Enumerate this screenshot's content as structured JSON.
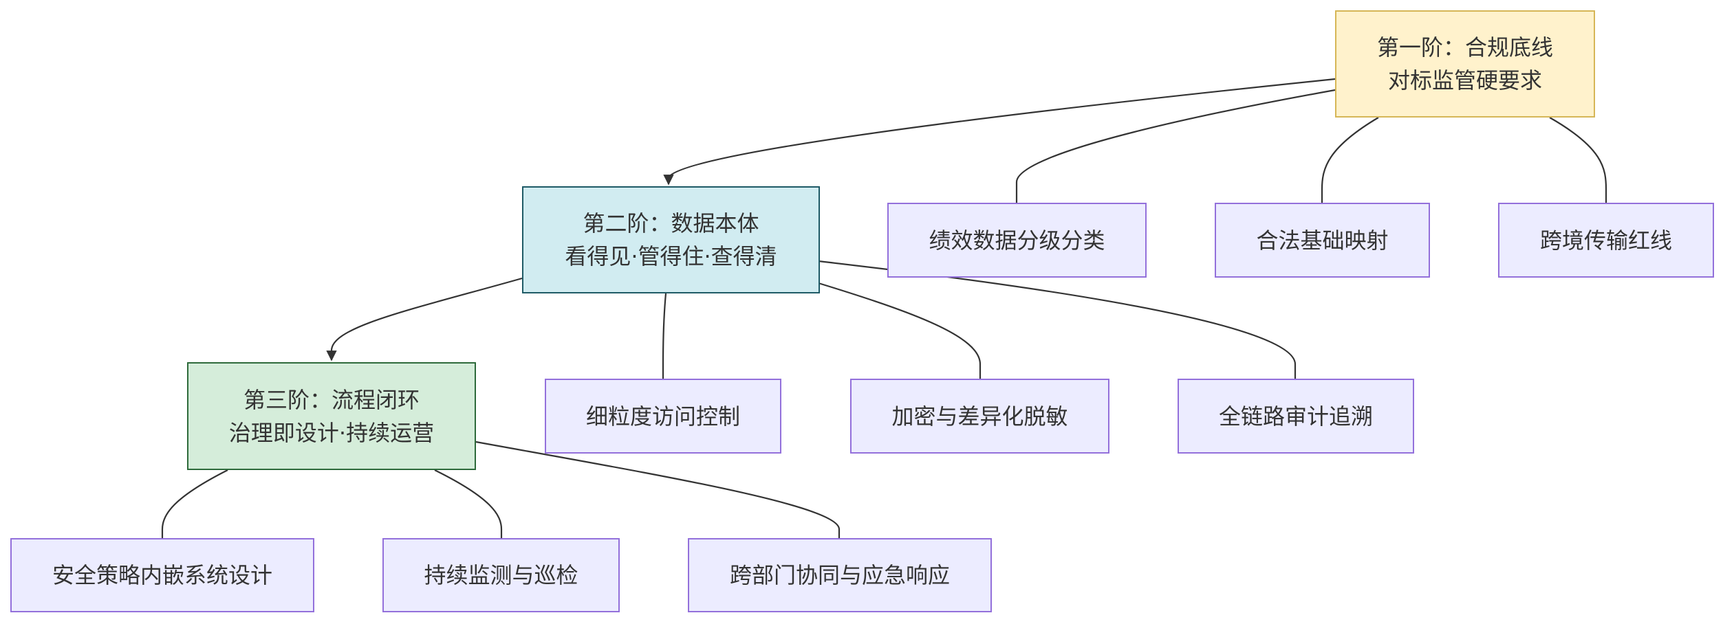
{
  "colors": {
    "stage1_fill": "#FFF2CC",
    "stage1_border": "#D6B656",
    "stage2_fill": "#D1ECF1",
    "stage2_border": "#1E5A66",
    "stage3_fill": "#D5EDDA",
    "stage3_border": "#2D6A3A",
    "leaf_fill": "#ECECFF",
    "leaf_border": "#9370DB",
    "edge": "#333333"
  },
  "stages": [
    {
      "line1": "第一阶：合规底线",
      "line2": "对标监管硬要求"
    },
    {
      "line1": "第二阶：数据本体",
      "line2": "看得见·管得住·查得清"
    },
    {
      "line1": "第三阶：流程闭环",
      "line2": "治理即设计·持续运营"
    }
  ],
  "stage1_items": [
    "绩效数据分级分类",
    "合法基础映射",
    "跨境传输红线"
  ],
  "stage2_items": [
    "细粒度访问控制",
    "加密与差异化脱敏",
    "全链路审计追溯"
  ],
  "stage3_items": [
    "安全策略内嵌系统设计",
    "持续监测与巡检",
    "跨部门协同与应急响应"
  ]
}
